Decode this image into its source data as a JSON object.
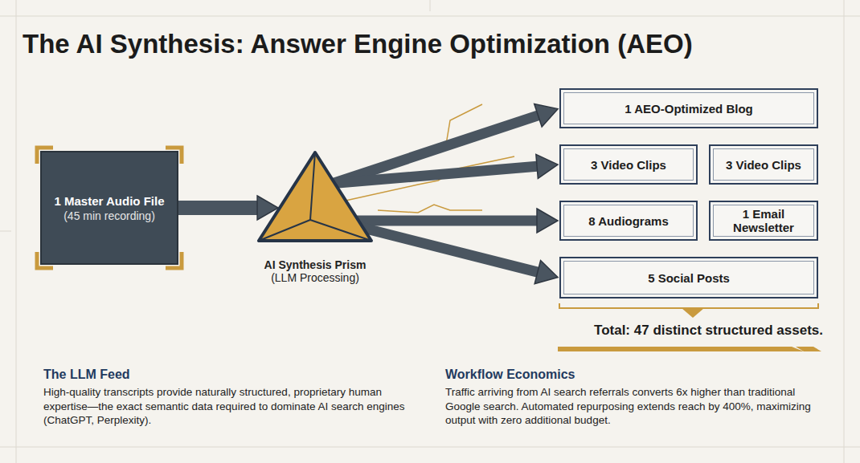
{
  "diagram": {
    "title": "The AI Synthesis: Answer Engine Optimization (AEO)",
    "nodes": [
      {
        "text": [
          "1 Master Audio File",
          "(45 min recording)"
        ]
      },
      {
        "text": [
          "AI Synthesis Prism",
          "(LLM Processing)"
        ]
      },
      {
        "text": [
          "1 AEO-Optimized Blog"
        ]
      },
      {
        "text": [
          "3 Video Clips"
        ]
      },
      {
        "text": [
          "3 Video Clips"
        ]
      },
      {
        "text": [
          "8 Audiograms"
        ]
      },
      {
        "text": [
          "1 Email Newsletter"
        ]
      },
      {
        "text": [
          "5 Social Posts"
        ]
      },
      {
        "text": [
          "The LLM Feed",
          "High-quality transcripts provide naturally structured, proprietary human expertise—the exact semantic data required to dominate AI search engines (ChatGPT, Perplexity)."
        ]
      },
      {
        "text": [
          "Workflow Economics",
          "Traffic arriving from AI search referrals converts 6x higher than traditional Google search. Automated repurposing extends reach by 400%, maximizing output with zero additional budget."
        ]
      }
    ],
    "edges": [
      {
        "from": 0,
        "to": 1,
        "arrow": "to"
      },
      {
        "from": 1,
        "to": 2,
        "arrow": "to"
      },
      {
        "from": 1,
        "to": 3,
        "arrow": "to"
      },
      {
        "from": 1,
        "to": 5,
        "arrow": "to"
      },
      {
        "from": 1,
        "to": 7,
        "arrow": "to"
      }
    ],
    "labels": [
      "Total: 47 distinct structured assets."
    ]
  }
}
